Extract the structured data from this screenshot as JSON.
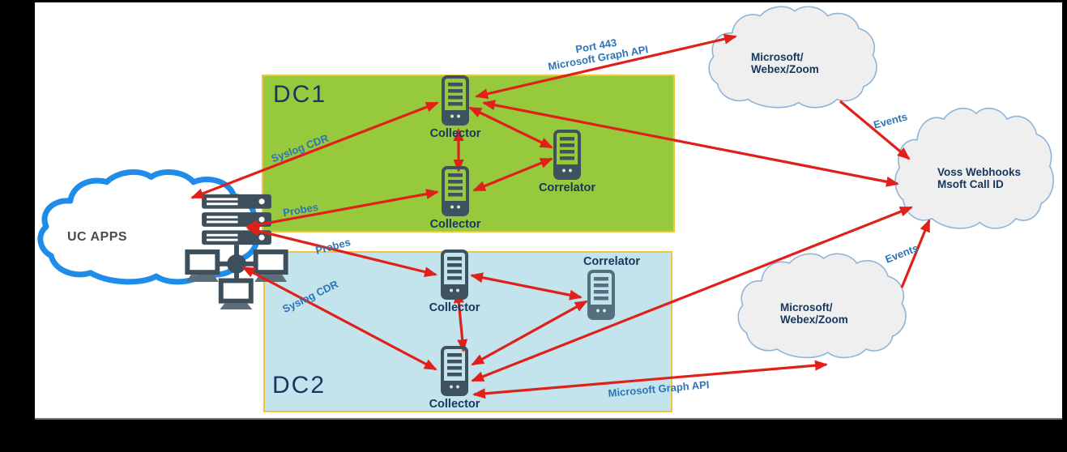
{
  "clouds": {
    "uc_apps": {
      "label": "UC APPS"
    },
    "ms_top": {
      "line1": "Microsoft/",
      "line2": "Webex/Zoom"
    },
    "ms_bottom": {
      "line1": "Microsoft/",
      "line2": "Webex/Zoom"
    },
    "voss": {
      "line1": "Voss Webhooks",
      "line2": "Msoft Call ID"
    }
  },
  "datacenters": {
    "dc1": {
      "title": "DC1",
      "collector_top": "Collector",
      "collector_bottom": "Collector",
      "correlator": "Correlator"
    },
    "dc2": {
      "title": "DC2",
      "collector_top": "Collector",
      "collector_bottom": "Collector",
      "correlator": "Correlator"
    }
  },
  "edge_labels": {
    "dc1_syslog": "Syslog CDR",
    "dc1_probes": "Probes",
    "dc2_probes": "Probes",
    "dc2_syslog": "Syslog CDR",
    "port443": "Port 443",
    "graph_api_top": "Microsoft Graph API",
    "events_top": "Events",
    "events_bottom": "Events",
    "graph_api_bottom": "Microsoft Graph API"
  },
  "colors": {
    "dc1_fill": "#97C93D",
    "dc2_fill": "#C3E4EC",
    "dc_border": "#F2C340",
    "arrow_red": "#E0201A",
    "edge_label_blue": "#2E74B5",
    "node_label_navy": "#17365D",
    "uc_cloud_stroke": "#1E8CE8",
    "gray_cloud_fill": "#EFEFEF",
    "gray_cloud_stroke": "#8DB4D9",
    "server_icon": "#3E5260",
    "frame": "#000000"
  }
}
